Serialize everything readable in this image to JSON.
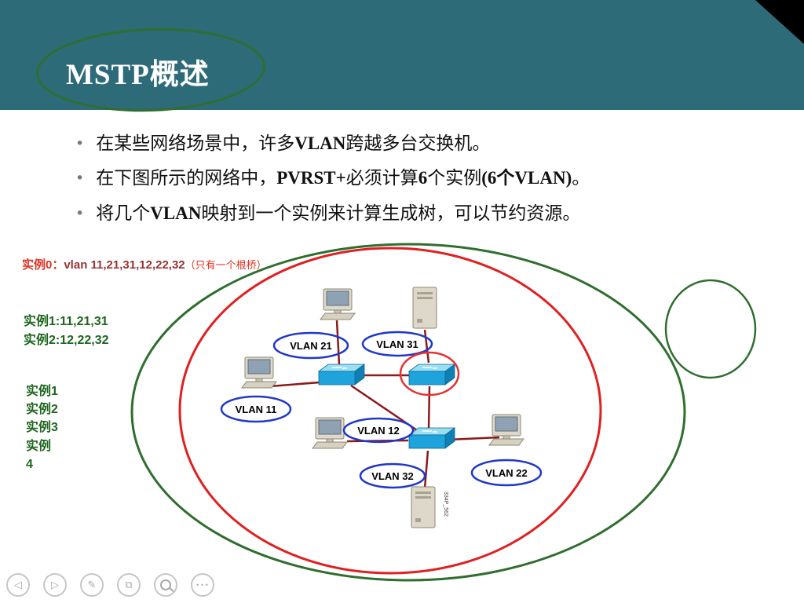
{
  "slide": {
    "title": "MSTP概述",
    "bullet_glyph": "•",
    "bullets": [
      [
        {
          "text": "在某些网络场景中，许多",
          "bold": false
        },
        {
          "text": "VLAN",
          "bold": true
        },
        {
          "text": "跨越多台交换机。",
          "bold": false
        }
      ],
      [
        {
          "text": "在下图所示的网络中，",
          "bold": false
        },
        {
          "text": "PVRST+",
          "bold": true
        },
        {
          "text": "必须计算",
          "bold": false
        },
        {
          "text": "6",
          "bold": true
        },
        {
          "text": "个实例",
          "bold": false
        },
        {
          "text": "(6个VLAN)",
          "bold": true
        },
        {
          "text": "。",
          "bold": false
        }
      ],
      [
        {
          "text": "将几个",
          "bold": false
        },
        {
          "text": "VLAN",
          "bold": true
        },
        {
          "text": "映射到一个实例来计算生成树，可以节约资源。",
          "bold": false
        }
      ]
    ]
  },
  "annotations": {
    "instance0": {
      "label": "实例0：",
      "vlans": "vlan 11,21,31,12,22,32",
      "note": "（只有一个根桥）"
    },
    "mapping": [
      "实例1:11,21,31",
      "实例2:12,22,32"
    ],
    "instance_list": [
      "实例1",
      "实例2",
      "实例3",
      "实例",
      "4"
    ]
  },
  "diagram": {
    "vlan_labels": [
      "VLAN 21",
      "VLAN 31",
      "VLAN 11",
      "VLAN 12",
      "VLAN 32",
      "VLAN 22"
    ],
    "server_caption": "334P_562"
  },
  "nav": {
    "items": [
      {
        "name": "previous",
        "glyph": "◁"
      },
      {
        "name": "next",
        "glyph": "▷"
      },
      {
        "name": "pen",
        "glyph": "✎"
      },
      {
        "name": "slides",
        "glyph": "⧉"
      },
      {
        "name": "zoom",
        "glyph": ""
      },
      {
        "name": "more",
        "glyph": "•••"
      }
    ]
  },
  "colors": {
    "header": "#2e6b78",
    "green_accent": "#2f6e2f",
    "red_accent": "#e02020",
    "dark_red_line": "#8b1a1a",
    "blue_vlan": "#2038c8",
    "annotation_red": "#e03020",
    "annotation_dark_red": "#993333",
    "annotation_green": "#1f661f",
    "switch_blue": "#1ea3dc"
  }
}
